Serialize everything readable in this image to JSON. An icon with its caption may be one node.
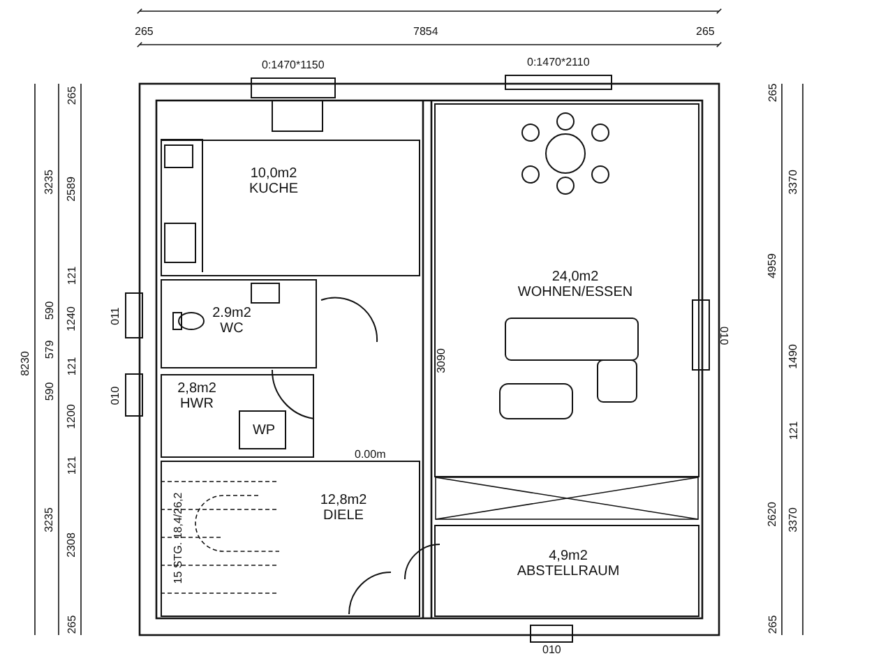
{
  "diagram": {
    "nodes": [
      {
        "text": [
          "10,0m2",
          "KUCHE"
        ]
      },
      {
        "text": [
          "24,0m2",
          "WOHNEN/ESSEN"
        ]
      },
      {
        "text": [
          "2.9m2",
          "WC"
        ]
      },
      {
        "text": [
          "2,8m2",
          "HWR"
        ]
      },
      {
        "text": [
          "WP"
        ],
        "in": 3
      },
      {
        "text": [
          "12,8m2",
          "DIELE"
        ]
      },
      {
        "text": [
          "4,9m2",
          "ABSTELLRAUM"
        ]
      }
    ],
    "labels": [
      "265",
      "7854",
      "265",
      "0:1470*1150",
      "0:1470*2110",
      "8230",
      "3235",
      "590",
      "579",
      "590",
      "3235",
      "265",
      "2589",
      "121",
      "1240",
      "121",
      "1200",
      "121",
      "2308",
      "265",
      "011",
      "010",
      "265",
      "4959",
      "2620",
      "265",
      "3370",
      "1490",
      "121",
      "3370",
      "010",
      "3090",
      "0.00m",
      "15 STG. 18,4/26,2",
      "010"
    ]
  }
}
